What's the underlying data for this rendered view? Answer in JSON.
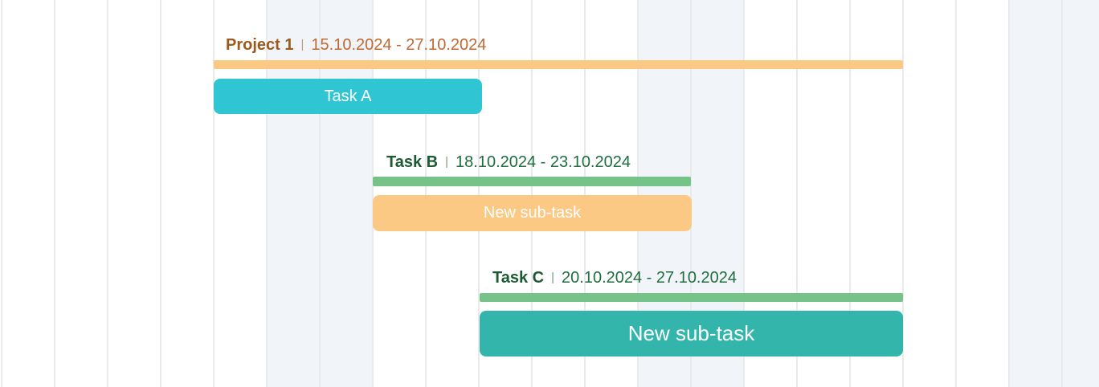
{
  "rows": {
    "project": {
      "name": "Project 1",
      "separator": "|",
      "dates": "15.10.2024 - 27.10.2024"
    },
    "task_a": {
      "bar_label": "Task A"
    },
    "task_b": {
      "name": "Task B",
      "separator": "|",
      "dates": "18.10.2024 - 23.10.2024",
      "subtask_bar_label": "New sub-task"
    },
    "task_c": {
      "name": "Task C",
      "separator": "|",
      "dates": "20.10.2024 - 27.10.2024",
      "subtask_bar_label": "New sub-task"
    }
  },
  "colors": {
    "project_summary_bar": "#fbc983",
    "task_a_bar": "#2fc5d2",
    "task_summary_bar_green": "#75c388",
    "subtask_bar_orange": "#fbc983",
    "subtask_bar_teal": "#33b5ab",
    "weekend_shade": "#f1f5f9",
    "grid_line": "#e9eaec",
    "project_name_text": "#9c5a1d",
    "project_date_text": "#bf6933",
    "task_name_text": "#1d5a33",
    "task_date_text": "#1e6e3f",
    "bar_text": "#ffffff"
  }
}
